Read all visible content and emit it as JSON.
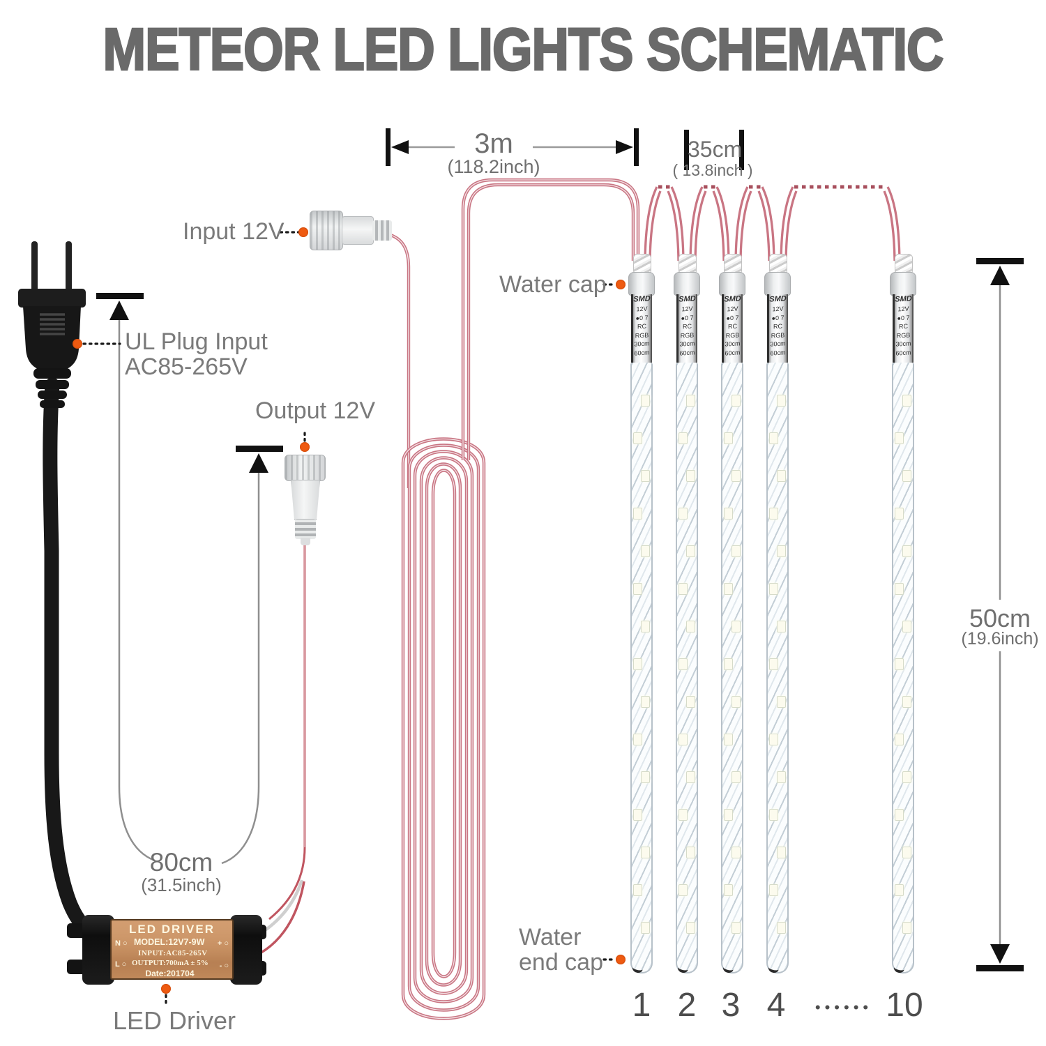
{
  "title": "METEOR LED LIGHTS SCHEMATIC",
  "annotations": {
    "input_12v": "Input 12V",
    "output_12v": "Output 12V",
    "ul_plug_line1": "UL Plug Input",
    "ul_plug_line2": "AC85-265V",
    "water_cap": "Water cap",
    "water_end_cap_line1": "Water",
    "water_end_cap_line2": "end cap",
    "led_driver": "LED Driver"
  },
  "dimensions": {
    "cord_3m": {
      "value": "3m",
      "inches": "(118.2inch)"
    },
    "spacing_35cm": {
      "value": "35cm",
      "inches": "( 13.8inch )"
    },
    "tube_50cm": {
      "value": "50cm",
      "inches": "(19.6inch)"
    },
    "cord_80cm": {
      "value": "80cm",
      "inches": "(31.5inch)"
    }
  },
  "driver_label": {
    "title": "LED DRIVER",
    "n_terminal": "N ○",
    "l_terminal": "L ○",
    "plus_terminal": "+ ○",
    "minus_terminal": "- ○",
    "model": "MODEL:12V7-9W",
    "input": "INPUT:AC85-265V",
    "output": "OUTPUT:700mA ± 5%",
    "date": "Date:201704"
  },
  "tube_label_lines": [
    "SMD",
    "12V",
    "●0 7",
    "RC",
    "RGB",
    "30cm",
    "60cm"
  ],
  "tube_numbers": [
    "1",
    "2",
    "3",
    "4",
    "••••••",
    "10"
  ],
  "colors": {
    "accent_dot": "#ee5a11",
    "wire_pink": "#cc7e8b",
    "wire_dash": "#a8505e",
    "title_gray": "#6a6a6a",
    "label_gray": "#7a7a7a",
    "driver_copper": "#bb8355"
  }
}
